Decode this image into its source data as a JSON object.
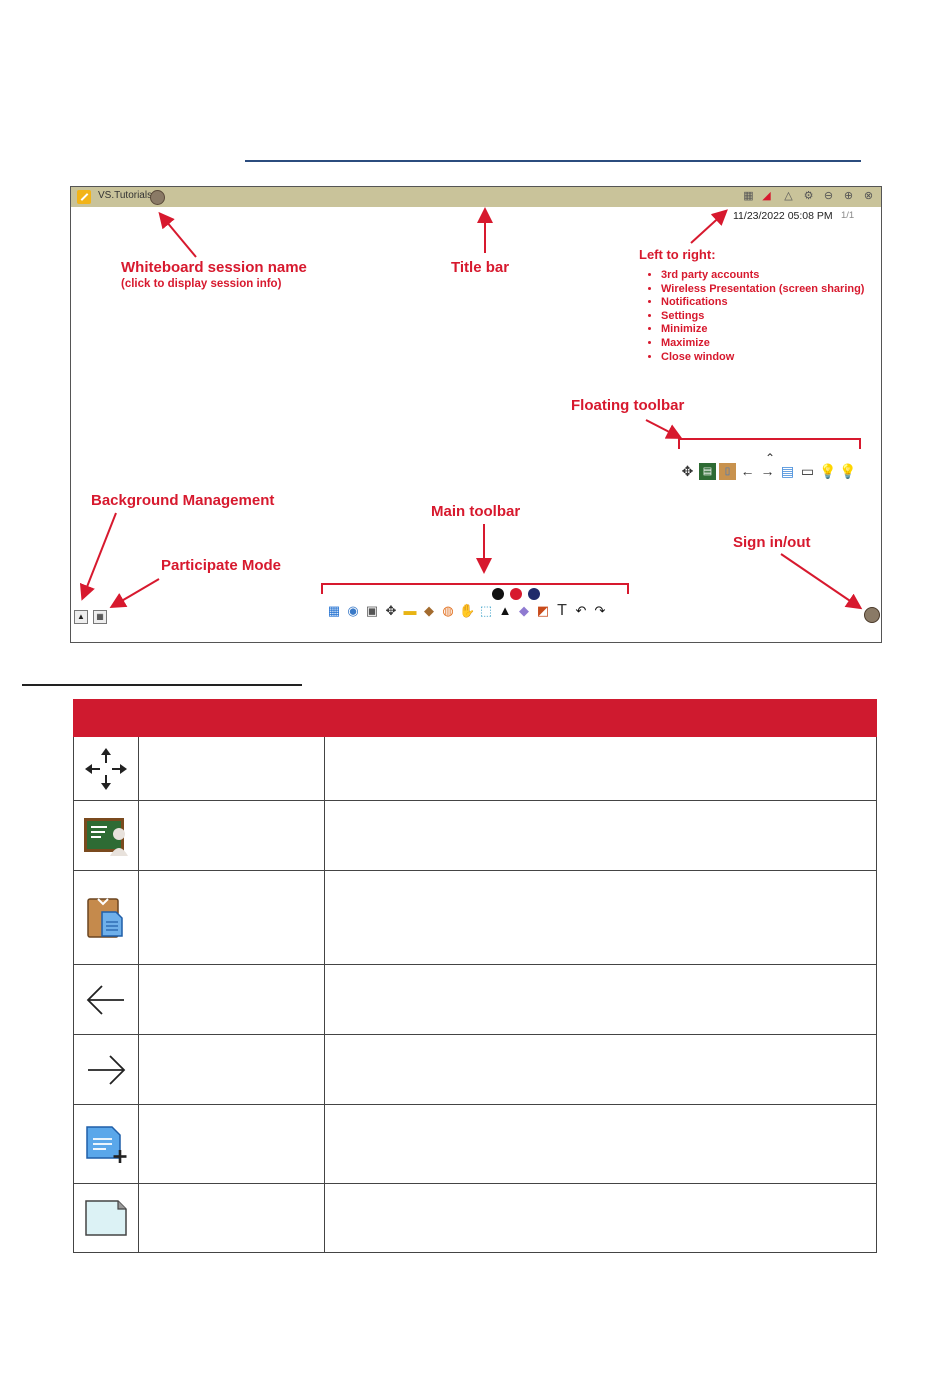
{
  "screenshot": {
    "session_name": "VS.Tutorials",
    "datetime": "11/23/2022 05:08 PM",
    "page_indicator": "1/1",
    "annotations": {
      "session_name": "Whiteboard session name",
      "session_name_sub": "(click to display session info)",
      "title_bar": "Title bar",
      "left_to_right": "Left to right:",
      "bullets": [
        "3rd party accounts",
        "Wireless Presentation (screen sharing)",
        "Notifications",
        "Settings",
        "Minimize",
        "Maximize",
        "Close window"
      ],
      "floating_toolbar": "Floating toolbar",
      "background_management": "Background Management",
      "main_toolbar": "Main toolbar",
      "participate_mode": "Participate Mode",
      "sign_in_out": "Sign in/out"
    },
    "title_icons": [
      "grid-icon",
      "wireless-icon",
      "bell-icon",
      "gear-icon",
      "minimize-icon",
      "maximize-icon",
      "close-icon"
    ],
    "floating_icons": [
      "move-icon",
      "background-icon",
      "clipboard-icon",
      "arrow-left-icon",
      "arrow-right-icon",
      "add-page-icon",
      "page-icon",
      "bulb-icon",
      "bulb-alt-icon"
    ],
    "main_icons": [
      "windows-icon",
      "chat-icon",
      "capture-icon",
      "move-icon",
      "folder-icon",
      "box-icon",
      "browser-icon",
      "hand-icon",
      "select-icon",
      "pen-icon",
      "eraser-icon",
      "shape-icon",
      "text-icon",
      "undo-icon",
      "redo-icon"
    ],
    "colors": {
      "black": "#111111",
      "red": "#d7192e",
      "navy": "#1f2a6b",
      "accent": "#cf1a2f"
    }
  },
  "table": {
    "rows": [
      {
        "icon": "move-icon"
      },
      {
        "icon": "background-icon"
      },
      {
        "icon": "clipboard-icon"
      },
      {
        "icon": "arrow-left-icon"
      },
      {
        "icon": "arrow-right-icon"
      },
      {
        "icon": "add-page-icon"
      },
      {
        "icon": "page-icon"
      }
    ]
  }
}
